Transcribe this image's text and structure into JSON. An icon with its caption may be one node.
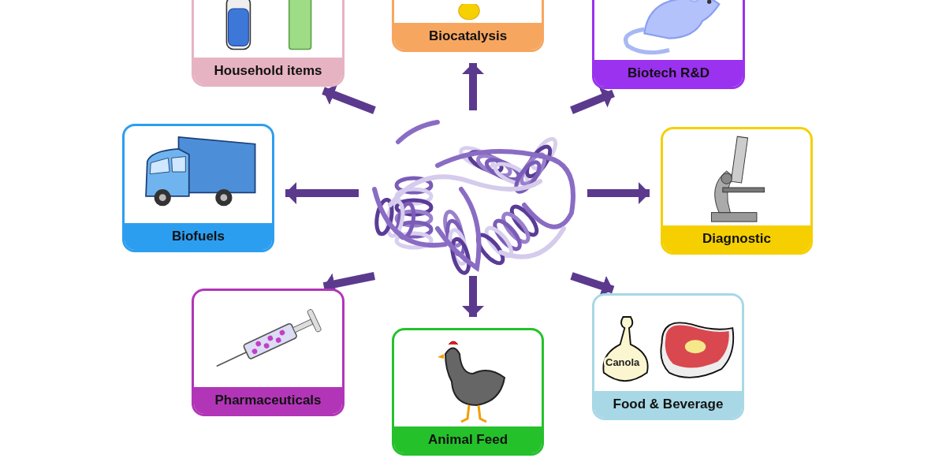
{
  "diagram": {
    "nodes": [
      {
        "text": [],
        "shape": "picture"
      },
      {
        "text": [
          "Household items"
        ]
      },
      {
        "text": [
          "Biocatalysis"
        ]
      },
      {
        "text": [
          "Biotech R&D"
        ]
      },
      {
        "text": [
          "Biofuels"
        ]
      },
      {
        "text": [
          "Diagnostic"
        ]
      },
      {
        "text": [
          "Pharmaceuticals"
        ]
      },
      {
        "text": [
          "Animal Feed"
        ]
      },
      {
        "text": [
          "Food & Beverage"
        ]
      }
    ],
    "edges": [
      {
        "from": 0,
        "to": 1,
        "arrow": "to"
      },
      {
        "from": 0,
        "to": 2,
        "arrow": "to"
      },
      {
        "from": 0,
        "to": 3,
        "arrow": "to"
      },
      {
        "from": 0,
        "to": 4,
        "arrow": "to"
      },
      {
        "from": 0,
        "to": 5,
        "arrow": "to"
      },
      {
        "from": 0,
        "to": 6,
        "arrow": "to"
      },
      {
        "from": 0,
        "to": 7,
        "arrow": "to"
      },
      {
        "from": 0,
        "to": 8,
        "arrow": "to"
      }
    ],
    "labels": [
      "Canola"
    ]
  }
}
